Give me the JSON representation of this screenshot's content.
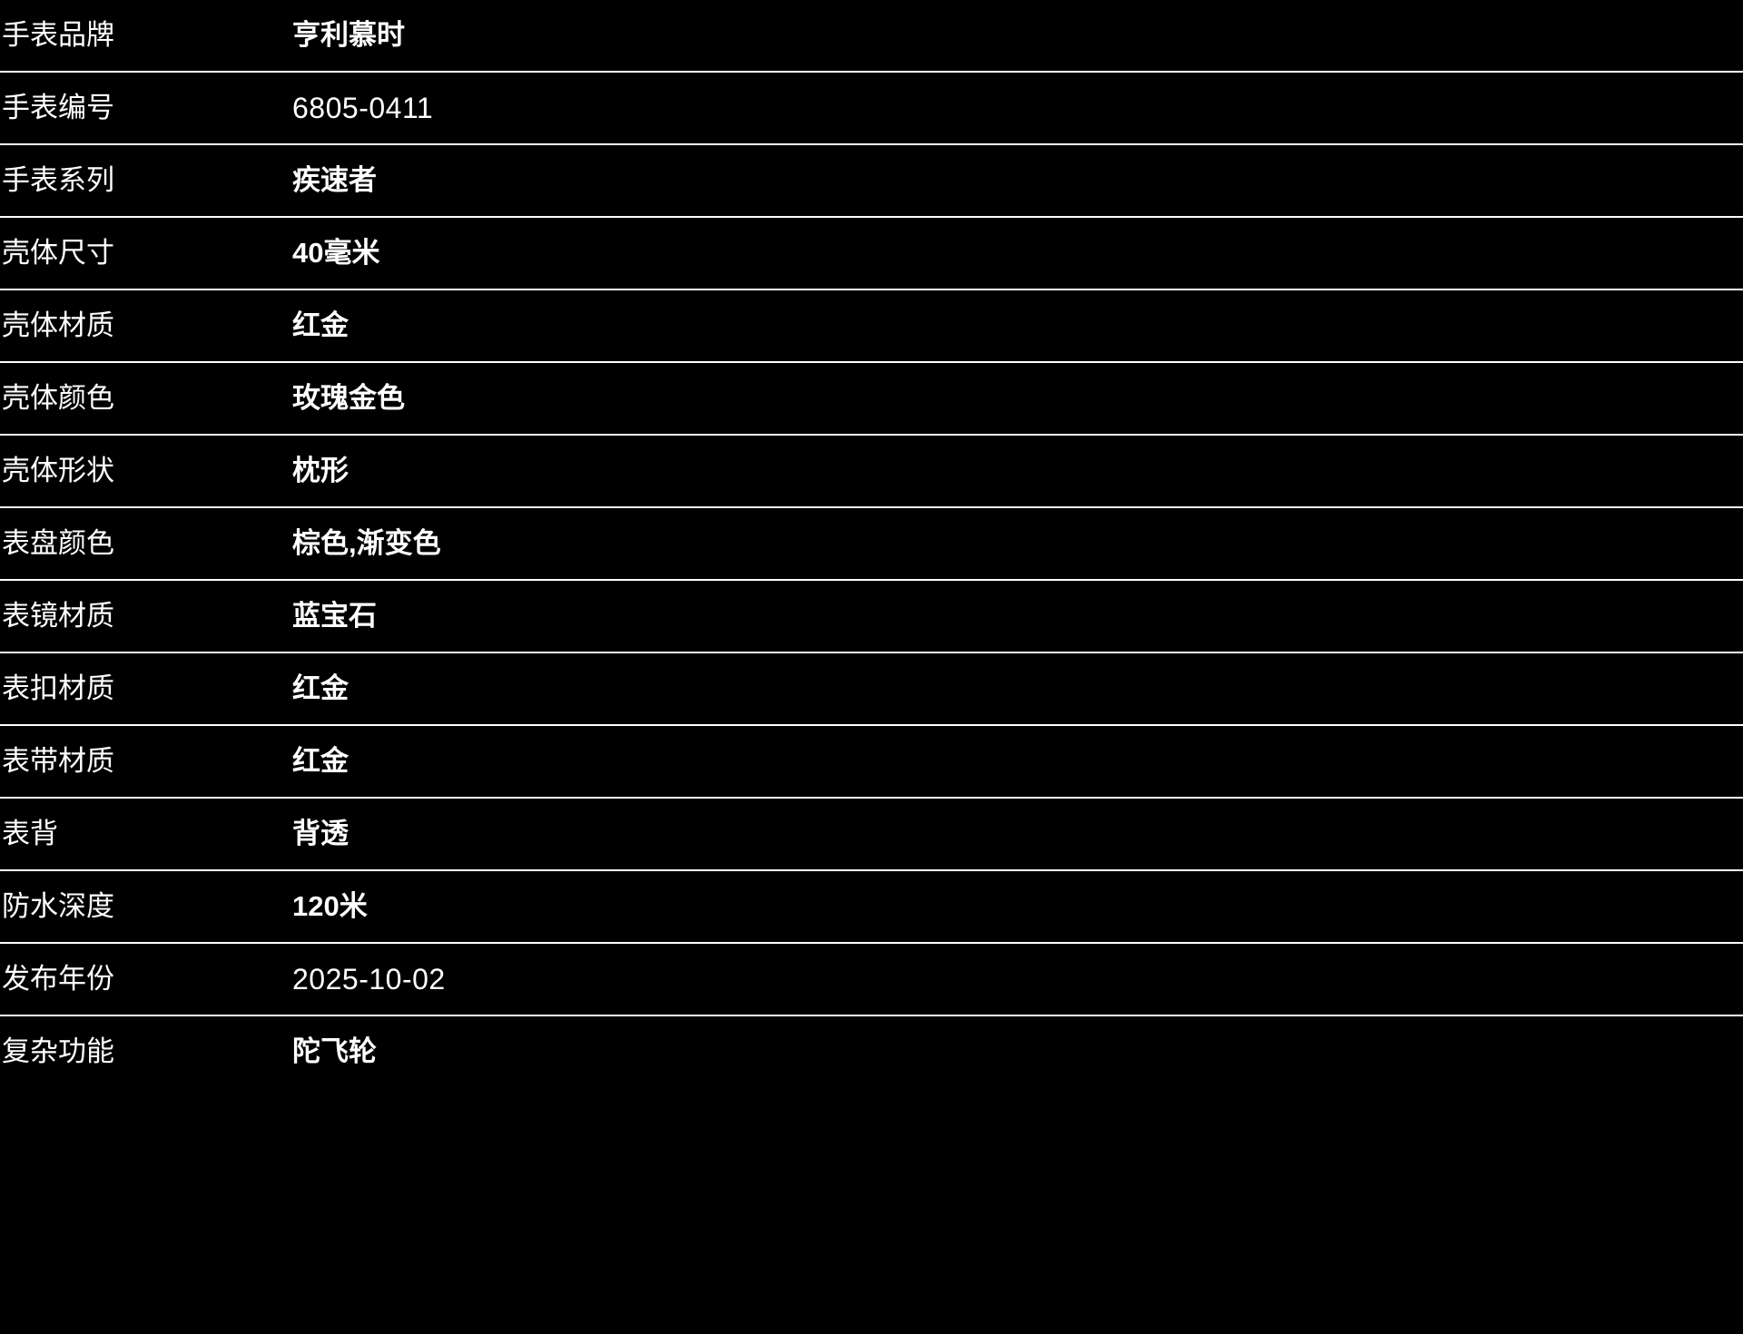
{
  "page": {
    "background_color": "#000000",
    "text_color": "#ffffff",
    "divider_color": "#ffffff"
  },
  "spec_table": {
    "rows": [
      {
        "label": "手表品牌",
        "value": "亨利慕时",
        "numeric": false
      },
      {
        "label": "手表编号",
        "value": "6805-0411",
        "numeric": true
      },
      {
        "label": "手表系列",
        "value": "疾速者",
        "numeric": false
      },
      {
        "label": "壳体尺寸",
        "value": "40毫米",
        "numeric": false
      },
      {
        "label": "壳体材质",
        "value": "红金",
        "numeric": false
      },
      {
        "label": "壳体颜色",
        "value": "玫瑰金色",
        "numeric": false
      },
      {
        "label": "壳体形状",
        "value": "枕形",
        "numeric": false
      },
      {
        "label": "表盘颜色",
        "value": "棕色,渐变色",
        "numeric": false
      },
      {
        "label": "表镜材质",
        "value": "蓝宝石",
        "numeric": false
      },
      {
        "label": "表扣材质",
        "value": "红金",
        "numeric": false
      },
      {
        "label": "表带材质",
        "value": "红金",
        "numeric": false
      },
      {
        "label": "表背",
        "value": "背透",
        "numeric": false
      },
      {
        "label": "防水深度",
        "value": "120米",
        "numeric": false
      },
      {
        "label": "发布年份",
        "value": "2025-10-02",
        "numeric": true
      },
      {
        "label": "复杂功能",
        "value": "陀飞轮",
        "numeric": false
      }
    ]
  }
}
